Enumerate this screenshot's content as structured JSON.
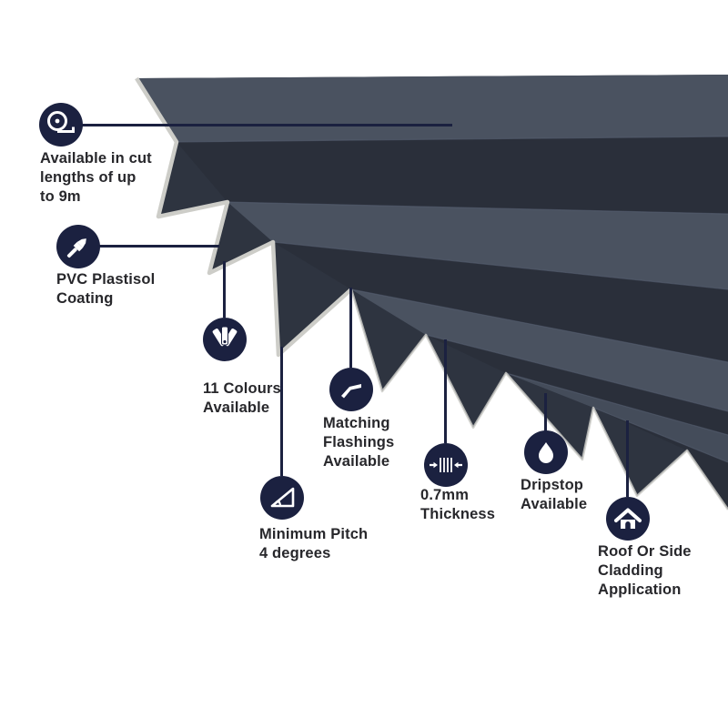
{
  "colors": {
    "background": "#ffffff",
    "navy": "#1b2140",
    "connector": "#1b2140",
    "text": "#27272b",
    "icon-glyph": "#ffffff",
    "sheet-main": "#444c5a",
    "sheet-light": "#4a5260",
    "sheet-dark": "#2a2f3a",
    "sheet-teeth": "#2e3440",
    "sheet-edge": "#cdcdc8"
  },
  "product": {
    "description": "Dark grey box profile metal roofing sheet shown in perspective"
  },
  "callouts": [
    {
      "id": "cut-lengths",
      "icon": "tape-measure-icon",
      "lines": [
        "Available in cut",
        "lengths of up",
        "to 9m"
      ]
    },
    {
      "id": "pvc-plastisol-coating",
      "icon": "paintbrush-icon",
      "lines": [
        "PVC Plastisol",
        "Coating"
      ]
    },
    {
      "id": "colours-available",
      "icon": "colour-swatch-fan-icon",
      "lines": [
        "11 Colours",
        "Available"
      ]
    },
    {
      "id": "matching-flashings",
      "icon": "flashing-sheet-icon",
      "lines": [
        "Matching",
        "Flashings",
        "Available"
      ]
    },
    {
      "id": "minimum-pitch",
      "icon": "pitch-angle-icon",
      "lines": [
        "Minimum Pitch",
        "4 degrees"
      ]
    },
    {
      "id": "thickness",
      "icon": "thickness-gauge-icon",
      "lines": [
        "0.7mm",
        "Thickness"
      ]
    },
    {
      "id": "dripstop",
      "icon": "water-drop-icon",
      "lines": [
        "Dripstop",
        "Available"
      ]
    },
    {
      "id": "cladding-application",
      "icon": "house-icon",
      "lines": [
        "Roof Or Side",
        "Cladding",
        "Application"
      ]
    }
  ]
}
